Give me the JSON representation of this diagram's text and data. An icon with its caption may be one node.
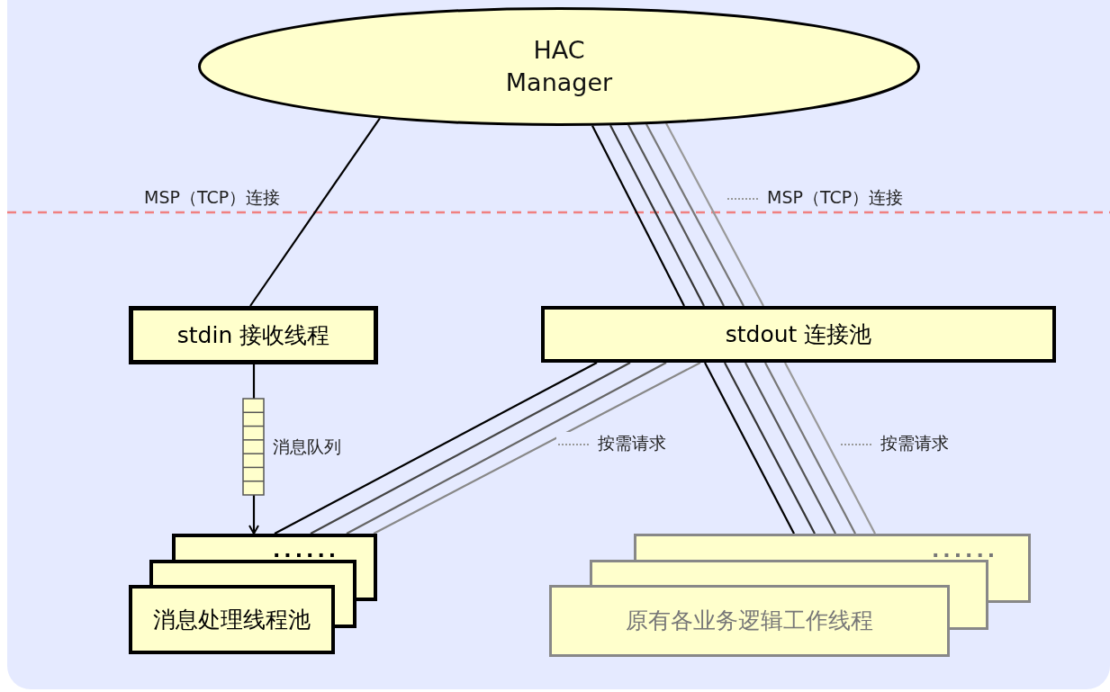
{
  "diagram": {
    "nodes": [
      {
        "text": [
          "HAC Manager"
        ]
      },
      {
        "text": [
          "stdin 接收线程"
        ]
      },
      {
        "text": [
          "stdout 连接池"
        ]
      },
      {
        "text": [],
        "shape": "bar",
        "beside": [
          "消息队列"
        ]
      },
      {
        "text": [
          "......",
          "消息处理线程池"
        ]
      },
      {
        "text": [
          "......",
          "原有各业务逻辑工作线程"
        ]
      }
    ],
    "edges": [
      {
        "from": 0,
        "to": 1,
        "arrow": "none",
        "label": "MSP（TCP）连接"
      },
      {
        "from": 0,
        "to": 2,
        "arrow": "none"
      },
      {
        "from": 0,
        "to": 2,
        "arrow": "none",
        "color": "#333333"
      },
      {
        "from": 0,
        "to": 2,
        "arrow": "none",
        "color": "#555555"
      },
      {
        "from": 0,
        "to": 2,
        "arrow": "none",
        "color": "#777777"
      },
      {
        "from": 0,
        "to": 2,
        "arrow": "none",
        "color": "#999999",
        "label": "MSP（TCP）连接"
      },
      {
        "from": 1,
        "to": 3,
        "arrow": "none"
      },
      {
        "from": 3,
        "to": 4,
        "arrow": "to"
      },
      {
        "from": 2,
        "to": 4,
        "arrow": "none"
      },
      {
        "from": 2,
        "to": 4,
        "arrow": "none",
        "color": "#444444"
      },
      {
        "from": 2,
        "to": 4,
        "arrow": "none",
        "color": "#666666"
      },
      {
        "from": 2,
        "to": 4,
        "arrow": "none",
        "color": "#888888",
        "label": "按需请求"
      },
      {
        "from": 2,
        "to": 5,
        "arrow": "none"
      },
      {
        "from": 2,
        "to": 5,
        "arrow": "none",
        "color": "#333333"
      },
      {
        "from": 2,
        "to": 5,
        "arrow": "none",
        "color": "#555555"
      },
      {
        "from": 2,
        "to": 5,
        "arrow": "none",
        "color": "#777777"
      },
      {
        "from": 2,
        "to": 5,
        "arrow": "none",
        "color": "#999999",
        "label": "按需请求"
      }
    ]
  }
}
